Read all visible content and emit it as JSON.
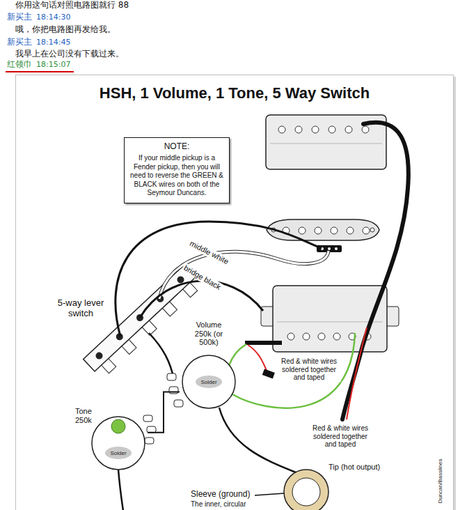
{
  "diagram": {
    "title": "HSH, 1 Volume, 1 Tone, 5 Way Switch",
    "nodes": [
      {
        "text": [
          "NOTE:",
          "If your middle pickup is a Fender pickup, then you will need to reverse the GREEN & BLACK wires on both of the Seymour Duncans."
        ]
      },
      {
        "text": [
          "Volume 250k (or 500k)",
          "Solder"
        ]
      },
      {
        "text": [
          "Tone 250k",
          "Solder"
        ]
      }
    ],
    "edges": [
      {
        "from": 1,
        "to": 2,
        "arrow": "none"
      }
    ],
    "labels": [
      "你用这句话对照电路图就行 88",
      "新买主",
      "18:14:30",
      "哦，你把电路图再发给我。",
      "新买主",
      "18:14:45",
      "我早上在公司没有下载过来。",
      "红领巾",
      "18:15:07",
      "5-way lever switch",
      "middle white",
      "bridge black",
      "Red & white wires soldered together and taped",
      "Red & white wires soldered together and taped",
      "Tip (hot output)",
      "Sleeve (ground)",
      "The inner, circular",
      "Duncan/Basslines"
    ]
  }
}
